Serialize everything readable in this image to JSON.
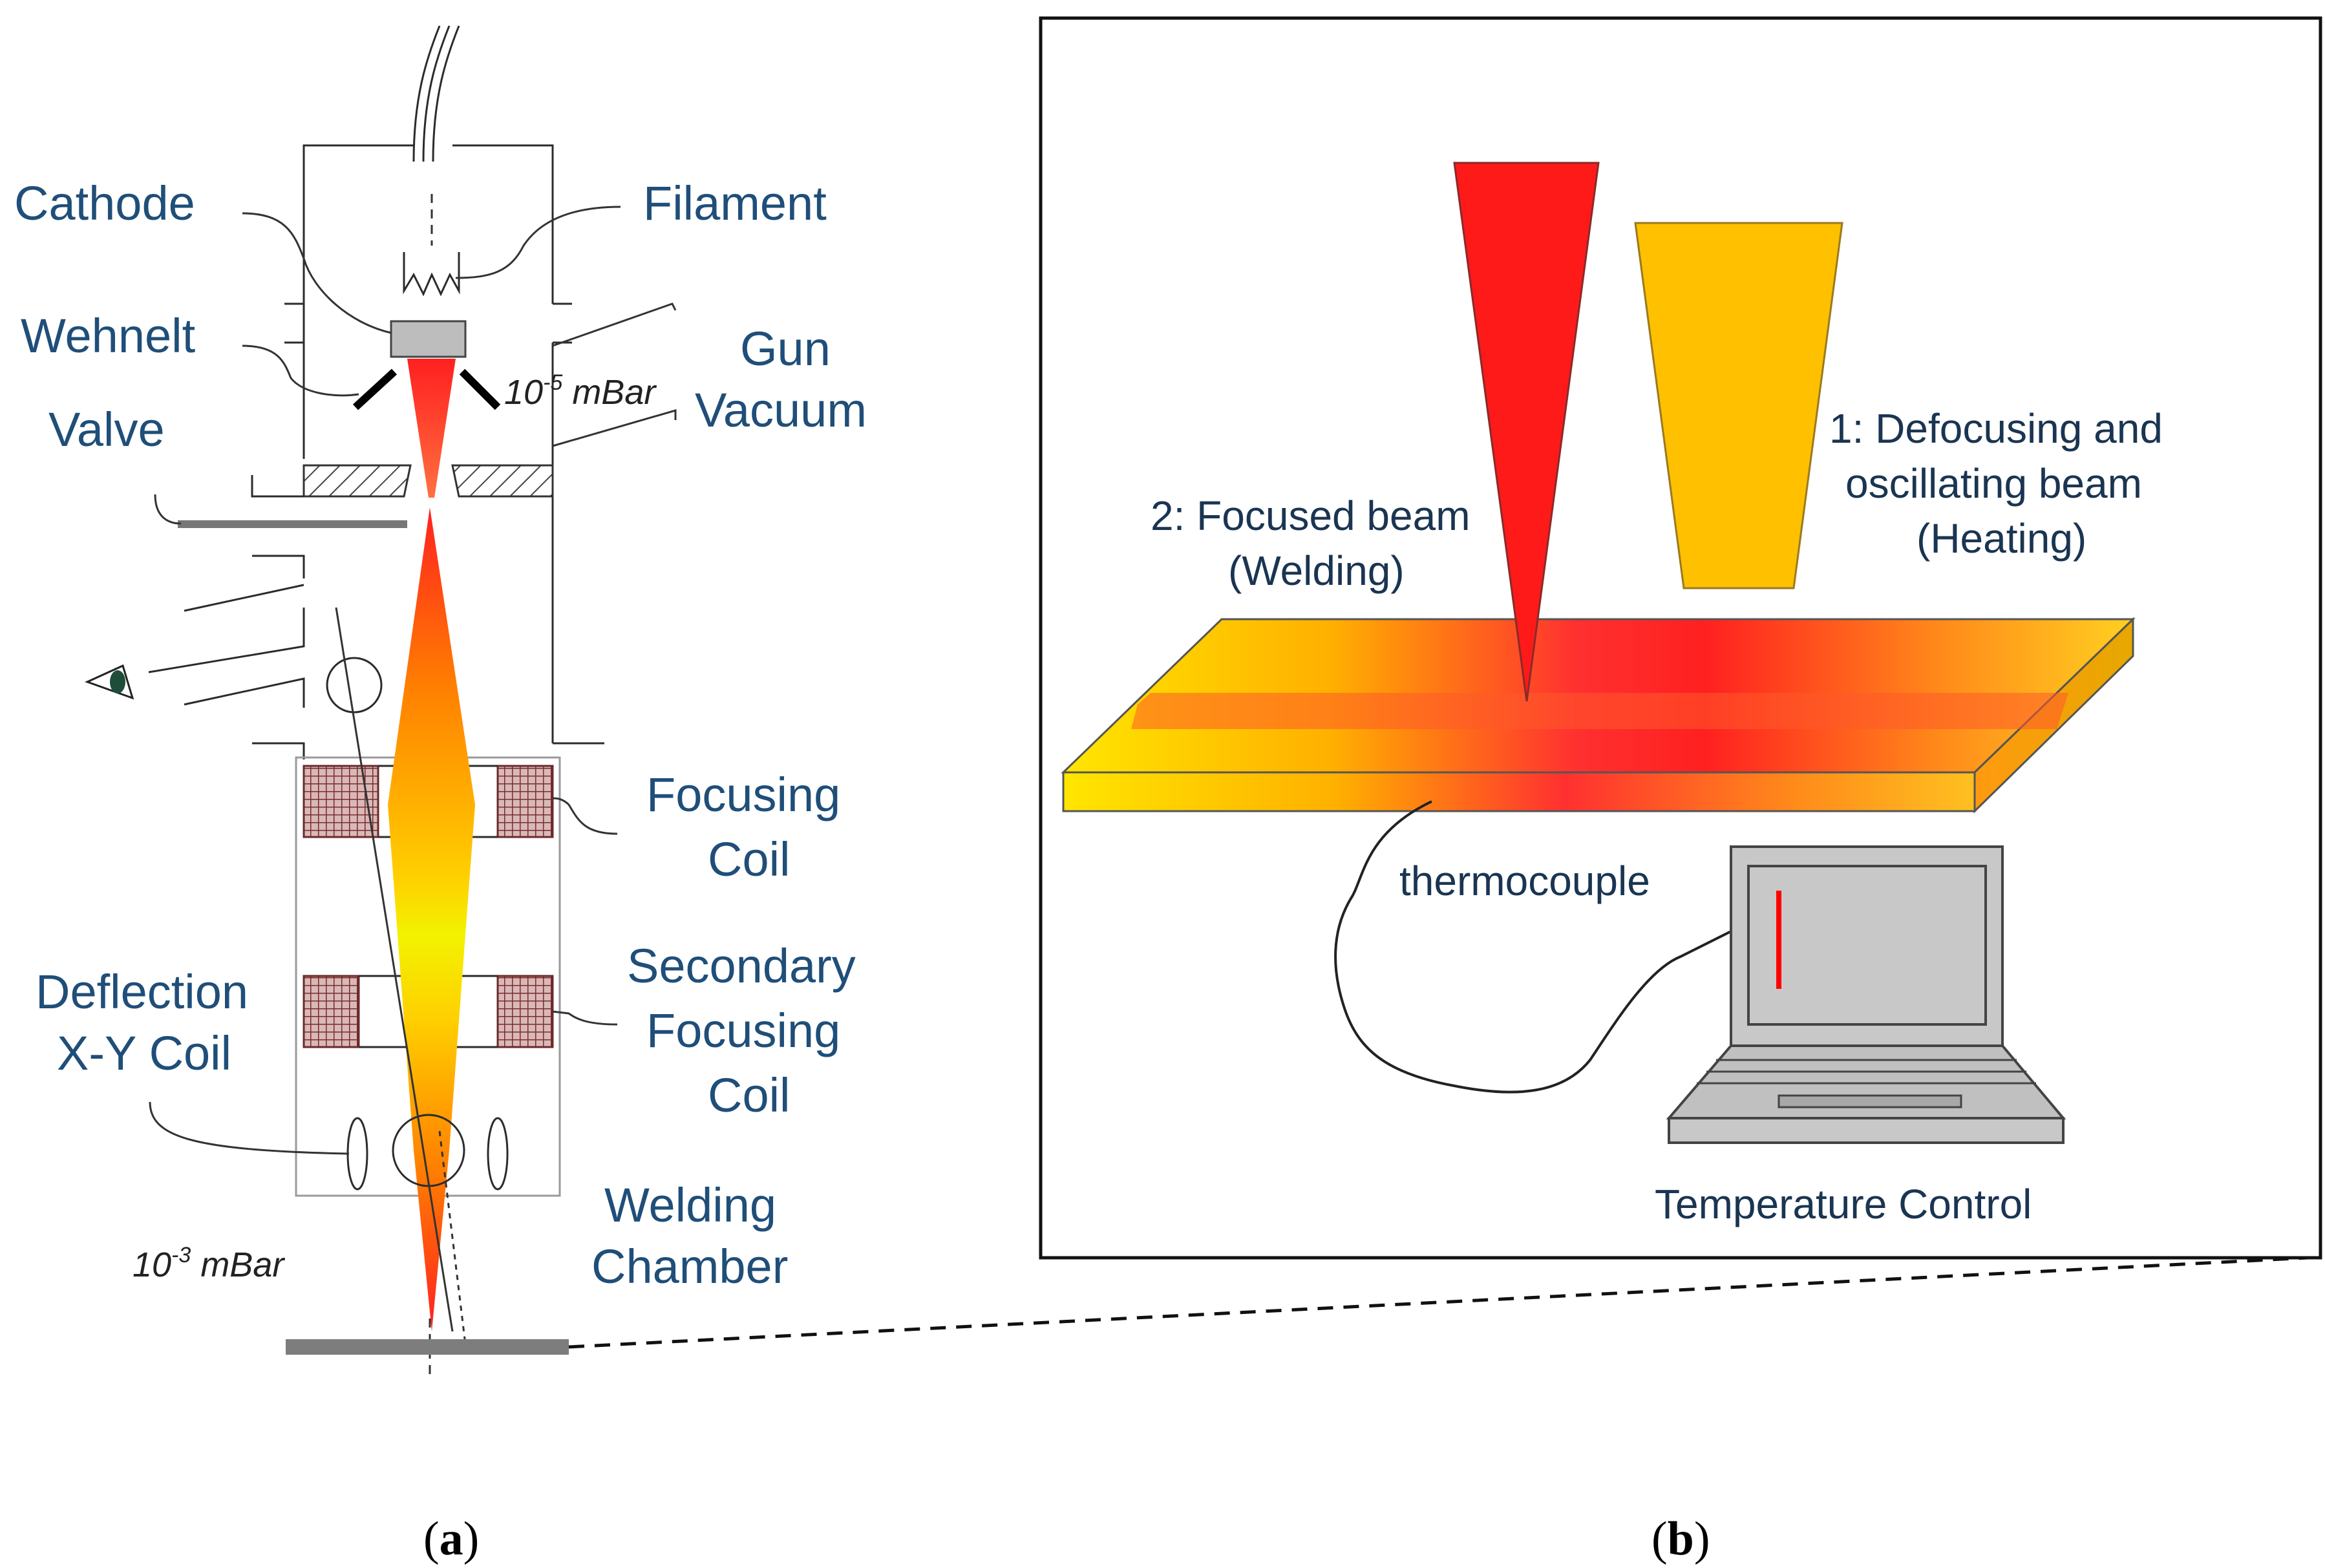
{
  "panel_a": {
    "labels": {
      "cathode": "Cathode",
      "filament": "Filament",
      "wehnelt": "Wehnelt",
      "gun": "Gun",
      "vacuum": "Vacuum",
      "valve": "Valve",
      "focusing_coil_1": "Focusing",
      "focusing_coil_2": "Coil",
      "secondary_1": "Secondary",
      "secondary_2": "Focusing",
      "secondary_3": "Coil",
      "deflection_1": "Deflection",
      "deflection_2": "X-Y Coil",
      "welding_1": "Welding",
      "welding_2": "Chamber"
    },
    "pressure_gun": {
      "base": "10",
      "exp": "-5",
      "unit": " mBar"
    },
    "pressure_chamber": {
      "base": "10",
      "exp": "-3",
      "unit": " mBar"
    },
    "caption": {
      "open": "(",
      "letter": "a",
      "close": ")"
    }
  },
  "panel_b": {
    "labels": {
      "defocus_1": "1: Defocusing and",
      "defocus_2": "oscillating beam",
      "defocus_3": "(Heating)",
      "focused_1": "2: Focused beam",
      "focused_2": "(Welding)",
      "thermocouple": "thermocouple",
      "temperature_control": "Temperature Control"
    },
    "caption": {
      "open": "(",
      "letter": "b",
      "close": ")"
    }
  },
  "colors": {
    "label_blue": "#1f4e79",
    "focused_beam": "#ff1a1a",
    "defocused_beam": "#ffc000",
    "plate_yellow": "#ffe600",
    "plate_red": "#ff2a2a",
    "coil_fill": "#8b4a4a",
    "computer_gray": "#c8c8c8"
  },
  "icons": [
    "eye-icon",
    "laptop-icon"
  ]
}
